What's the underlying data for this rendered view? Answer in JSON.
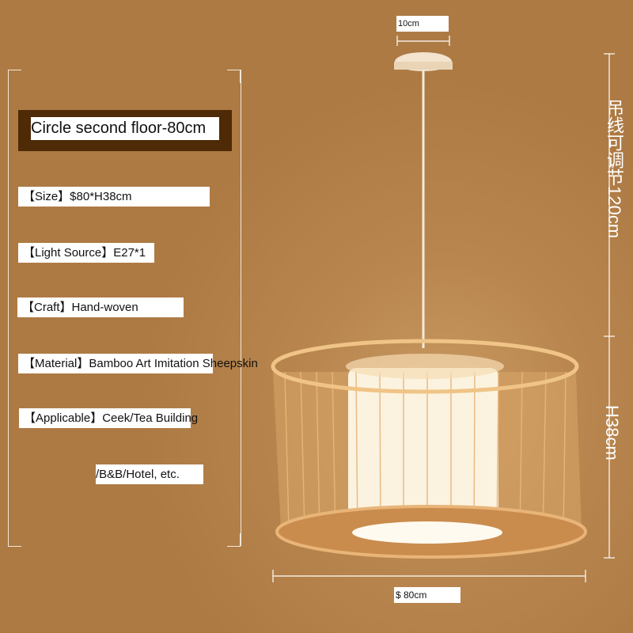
{
  "title": "Circle second floor-80cm",
  "specs": {
    "size": "【Size】$80*H38cm",
    "light_source": "【Light Source】E27*1",
    "craft": "【Craft】Hand-woven",
    "material": "【Material】Bamboo Art  Imitation Sheepskin",
    "applicable": "【Applicable】Ceek/Tea Building",
    "applicable_cont": "/B&B/Hotel, etc."
  },
  "dimensions": {
    "canopy": "10cm",
    "width": "$ 80cm",
    "cable": "吊线可调节120cm",
    "height": "H38cm"
  },
  "colors": {
    "background": "#ae7c45",
    "title_box": "#4e2a06"
  }
}
